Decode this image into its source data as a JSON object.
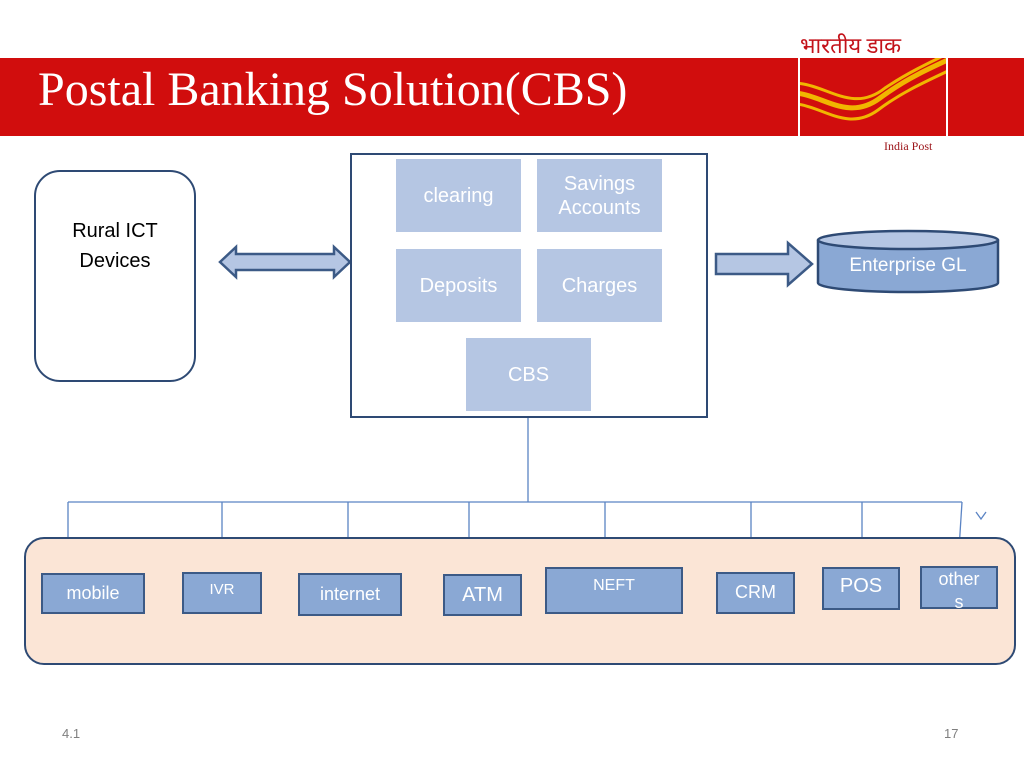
{
  "title": "Postal Banking Solution(CBS)",
  "logo": {
    "hindi": "भारतीय डाक",
    "english": "India Post"
  },
  "rural_devices": "Rural ICT Devices",
  "cbs_modules": {
    "clearing": "clearing",
    "savings": "Savings Accounts",
    "deposits": "Deposits",
    "charges": "Charges",
    "cbs": "CBS"
  },
  "enterprise_gl": "Enterprise GL",
  "channels": {
    "mobile": "mobile",
    "ivr": "IVR",
    "internet": "internet",
    "atm": "ATM",
    "neft": "NEFT",
    "crm": "CRM",
    "pos": "POS",
    "others": "other s"
  },
  "footer": {
    "left": "4.1",
    "right": "17"
  },
  "colors": {
    "title_bar": "#d10d0d",
    "tile": "#b5c6e3",
    "channel_box": "#8aa8d4",
    "panel": "#fbe5d6",
    "border": "#2e4a74"
  }
}
